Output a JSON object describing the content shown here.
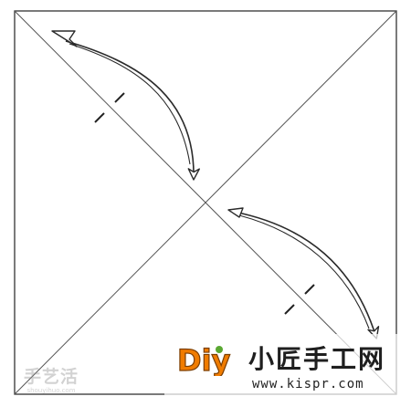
{
  "watermark_banner": {
    "logo_text": "Diy",
    "title": "小匠手工网",
    "url": "www.kispr.com"
  },
  "watermark_left": {
    "title": "手艺活",
    "url": "shouyihuo.com"
  },
  "colors": {
    "line": "#333333",
    "arrow": "#2a2a2a",
    "logo_orange": "#f07c00",
    "logo_green": "#5aa832"
  },
  "icons": [
    "arrow-upper-fold-icon",
    "arrow-lower-fold-icon",
    "crease-tick-icon"
  ]
}
